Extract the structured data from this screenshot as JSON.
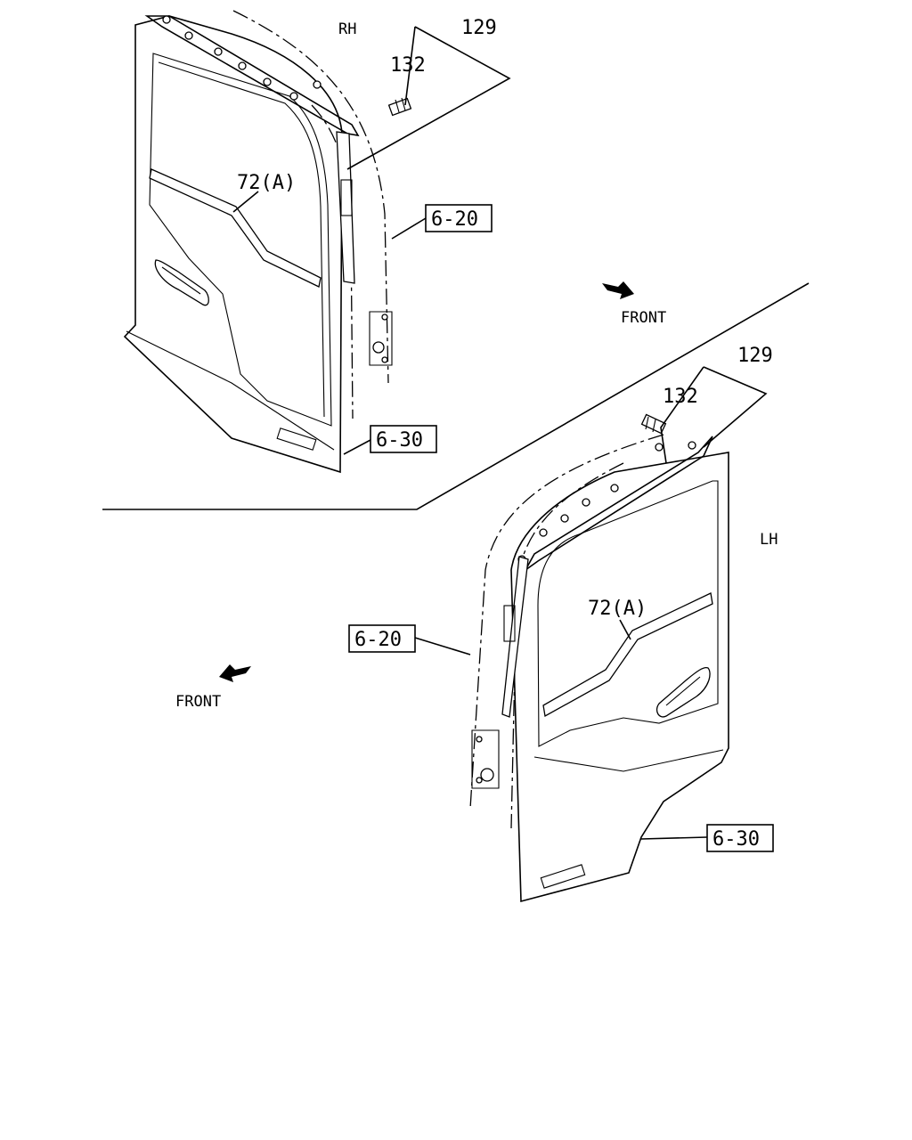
{
  "rh": {
    "side_label": "RH",
    "callout_129": "129",
    "callout_132": "132",
    "callout_72a": "72(A)",
    "ref_620": "6-20",
    "ref_630": "6-30"
  },
  "front_upper": "FRONT",
  "front_lower": "FRONT",
  "lh": {
    "side_label": "LH",
    "callout_129": "129",
    "callout_132": "132",
    "callout_72a": "72(A)",
    "ref_620": "6-20",
    "ref_630": "6-30"
  }
}
